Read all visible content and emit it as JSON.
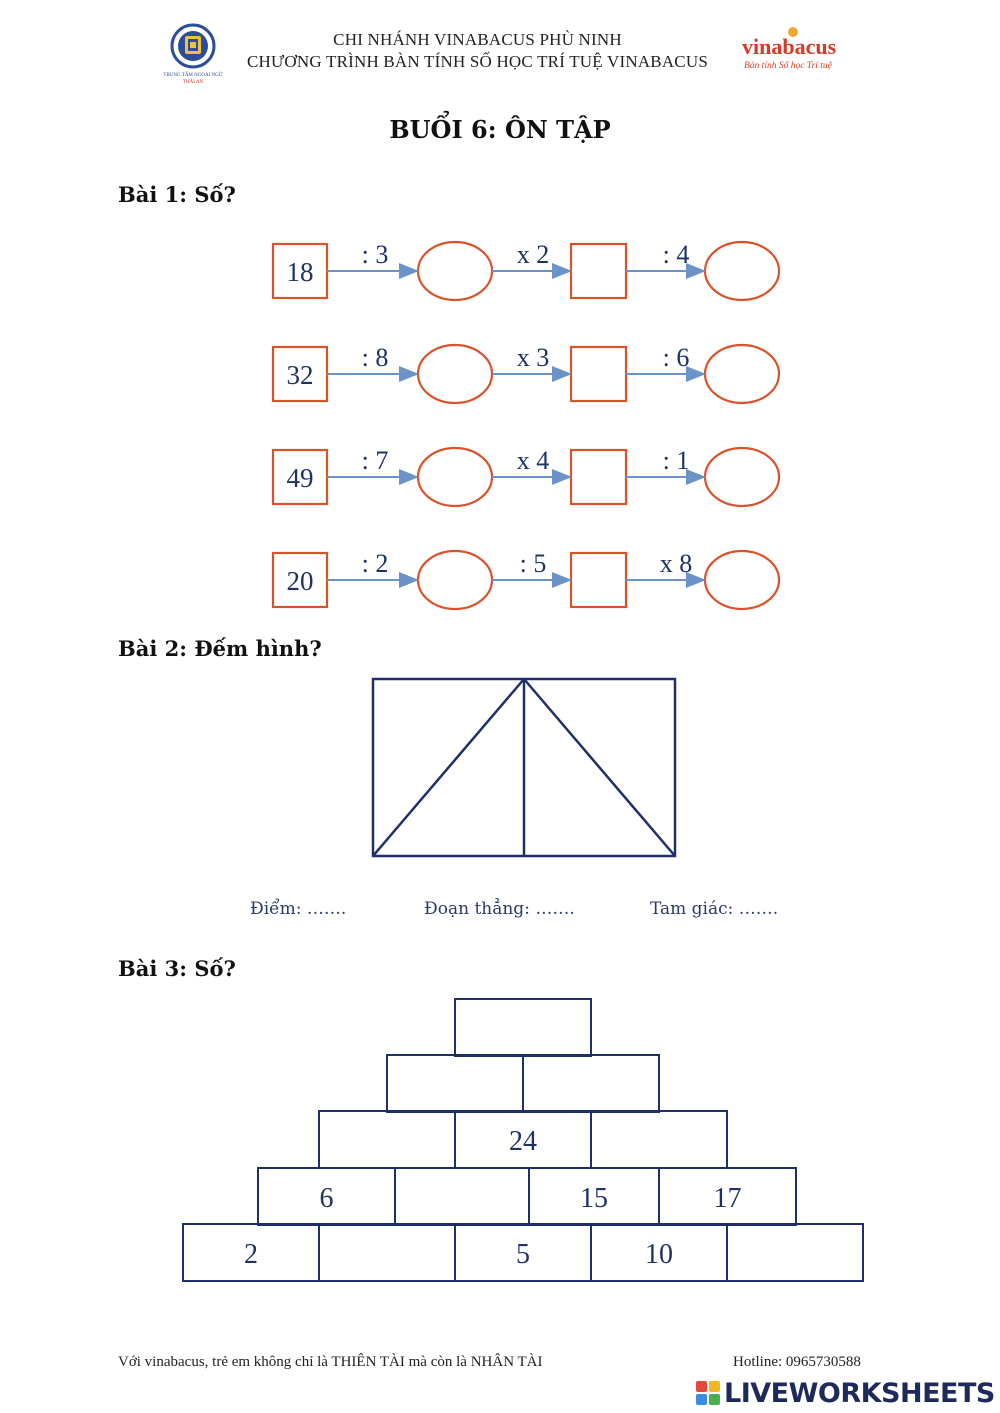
{
  "header": {
    "line1": "CHI NHÁNH VINABACUS PHÙ NINH",
    "line2": "CHƯƠNG TRÌNH BÀN TÍNH SỐ HỌC TRÍ TUỆ VINABACUS",
    "left_logo": {
      "icon": "school-crest-icon",
      "caption1": "TRUNG TÂM NGOẠI NGỮ",
      "caption2": "THÁI AN"
    },
    "right_logo": {
      "icon": "vinabacus-logo-icon",
      "brand": "vinabacus",
      "slogan": "Bàn tính Số học Trí tuệ"
    }
  },
  "title": "BUỔI 6: ÔN TẬP",
  "bai1": {
    "heading": "Bài 1: Số?",
    "rows": [
      {
        "start": "18",
        "ops": [
          ": 3",
          "x 2",
          ": 4"
        ]
      },
      {
        "start": "32",
        "ops": [
          ": 8",
          "x 3",
          ": 6"
        ]
      },
      {
        "start": "49",
        "ops": [
          ": 7",
          "x 4",
          ": 1"
        ]
      },
      {
        "start": "20",
        "ops": [
          ": 2",
          ": 5",
          "x 8"
        ]
      }
    ]
  },
  "bai2": {
    "heading": "Bài 2: Đếm hình?",
    "labels": [
      "Điểm: …….",
      "Đoạn thẳng: …….",
      "Tam giác: ……."
    ]
  },
  "bai3": {
    "heading": "Bài 3: Số?",
    "rows": [
      [
        ""
      ],
      [
        "",
        ""
      ],
      [
        "",
        "24",
        ""
      ],
      [
        "6",
        "",
        "15",
        "17"
      ],
      [
        "2",
        "",
        "5",
        "10",
        ""
      ]
    ]
  },
  "footer": {
    "slogan": "Với vinabacus, trẻ em không chỉ là THIÊN TÀI mà còn là NHÂN TÀI",
    "hotline": "Hotline: 0965730588",
    "brand": "LIVEWORKSHEETS",
    "brand_icon": "liveworksheets-grid-icon"
  },
  "colors": {
    "shape_orange": "#d9532a",
    "arrow_blue": "#6b93c8",
    "text_navy": "#1f3268",
    "pyramid_navy": "#1f2f6b"
  }
}
